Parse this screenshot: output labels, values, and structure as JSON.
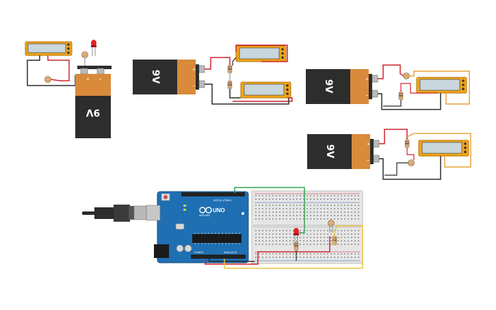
{
  "circuit": {
    "battery_label": "9V",
    "arduino_model": "UNO",
    "arduino_brand": "ARDUINO",
    "arduino_digital_label": "DIGITAL (PWM~)",
    "arduino_power_label": "POWER",
    "arduino_analog_label": "ANALOG IN",
    "plus_sign": "+",
    "minus_sign": "−"
  },
  "colors": {
    "battery_body": "#2d2d2d",
    "battery_copper": "#d98a3a",
    "multimeter_frame": "#f2a516",
    "multimeter_screen": "#c9d6dc",
    "wire_red": "#d0202a",
    "wire_black": "#2a2a2a",
    "wire_green": "#2da44e",
    "wire_yellow": "#e9c23a",
    "arduino_board": "#1f6fb3",
    "breadboard": "#e6e6e6"
  }
}
